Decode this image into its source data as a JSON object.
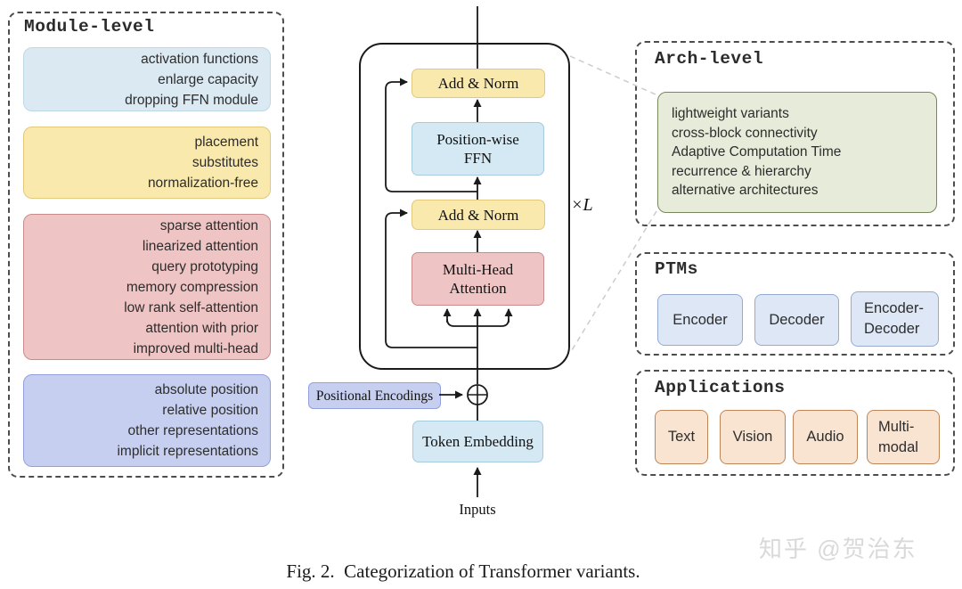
{
  "module_level": {
    "title": "Module-level",
    "ffn_box": [
      "activation functions",
      "enlarge capacity",
      "dropping FFN module"
    ],
    "norm_box": [
      "placement",
      "substitutes",
      "normalization-free"
    ],
    "attention_box": [
      "sparse attention",
      "linearized attention",
      "query prototyping",
      "memory compression",
      "low rank self-attention",
      "attention with prior",
      "improved multi-head"
    ],
    "position_box": [
      "absolute position",
      "relative position",
      "other representations",
      "implicit representations"
    ]
  },
  "block": {
    "add_norm_top": "Add & Norm",
    "ffn": [
      "Position-wise",
      "FFN"
    ],
    "add_norm_bottom": "Add & Norm",
    "mha": [
      "Multi-Head",
      "Attention"
    ],
    "repeat_label": "×L",
    "positional_encodings": "Positional Encodings",
    "token_embedding": "Token Embedding",
    "inputs_label": "Inputs"
  },
  "arch_level": {
    "title": "Arch-level",
    "arch_box": [
      "lightweight variants",
      "cross-block connectivity",
      "Adaptive Computation Time",
      "recurrence & hierarchy",
      "alternative architectures"
    ]
  },
  "ptms": {
    "title": "PTMs",
    "encoder": "Encoder",
    "decoder": "Decoder",
    "encoder_decoder": [
      "Encoder-",
      "Decoder"
    ]
  },
  "applications": {
    "title": "Applications",
    "text": "Text",
    "vision": "Vision",
    "audio": "Audio",
    "multimodal": [
      "Multi-",
      "modal"
    ]
  },
  "caption": "Fig. 2.  Categorization of Transformer variants.",
  "watermark": "知乎 @贺治东",
  "colors": {
    "blue_fill": "#dbe9f3",
    "blue_border": "#bdd8e7",
    "yellow_fill": "#f9e9ac",
    "yellow_border": "#e2c87c",
    "red_fill": "#efc4c4",
    "red_border": "#c98c8c",
    "purple_fill": "#c7cff0",
    "purple_border": "#93a0dc",
    "green_fill": "#e6ecd9",
    "green_border": "#76885c",
    "ptm_fill": "#dde7f5",
    "ptm_border": "#95abd0",
    "app_fill": "#f9e4d2",
    "app_border": "#bf8556",
    "block_blue_fill": "#d4e9f3",
    "block_blue_border": "#a5cbdd",
    "line": "#1a1a1a",
    "dash_border": "#4d4d4d",
    "callout": "#cccccc",
    "watermark_color": "#d9d9d9"
  }
}
